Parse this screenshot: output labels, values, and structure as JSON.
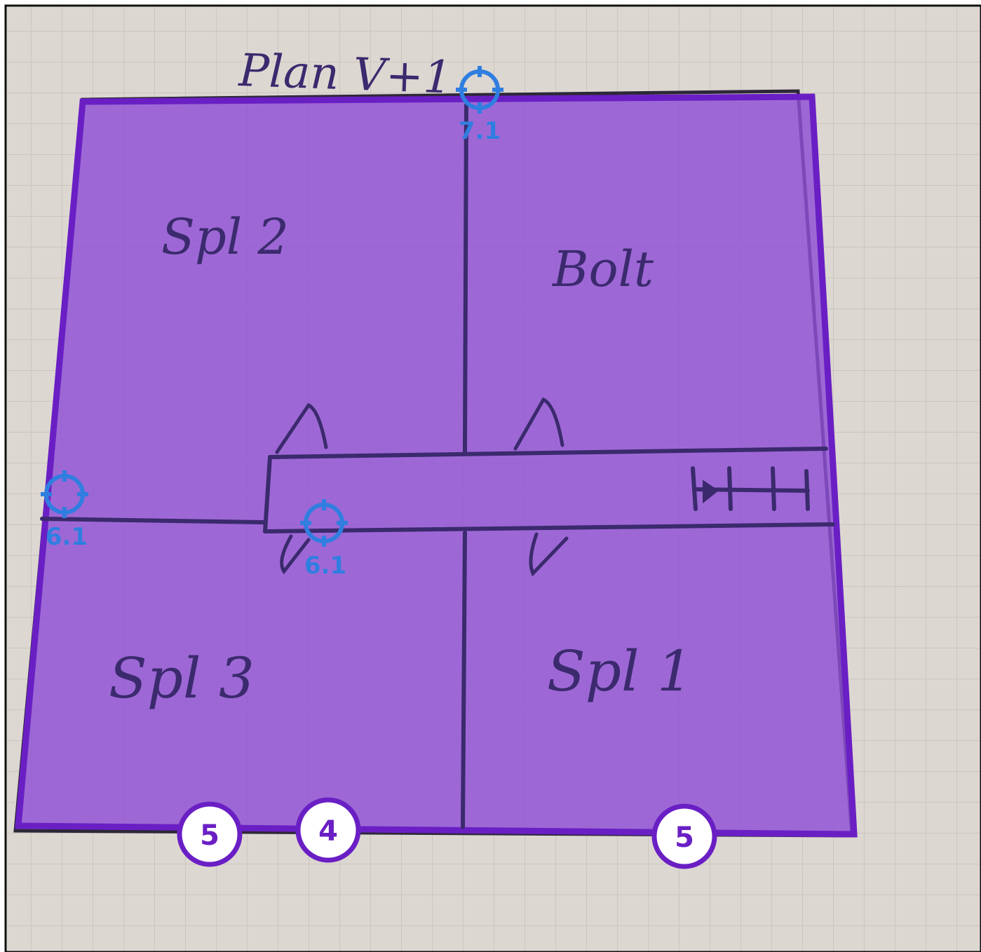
{
  "sketch": {
    "title": "Plan V+1",
    "rooms": {
      "top_left": "Spl 2",
      "top_right": "Bolt",
      "bottom_left": "Spl 3",
      "bottom_right": "Spl 1"
    }
  },
  "overlay": {
    "zone_fill": "#8f4fd6",
    "zone_stroke": "#6a1fc4",
    "marker_color": "#2f7ee0",
    "markers": [
      {
        "id": "top-wall",
        "label": "7.1"
      },
      {
        "id": "left-wall",
        "label": "6.1"
      },
      {
        "id": "corridor-door",
        "label": "6.1"
      }
    ],
    "badges": [
      {
        "id": "bottom-left",
        "label": "5"
      },
      {
        "id": "bottom-middle",
        "label": "4"
      },
      {
        "id": "bottom-right",
        "label": "5"
      }
    ]
  },
  "colors": {
    "paper": "#ddd7d2",
    "grid": "#c7c0ba",
    "ink": "#3b2a6e"
  }
}
